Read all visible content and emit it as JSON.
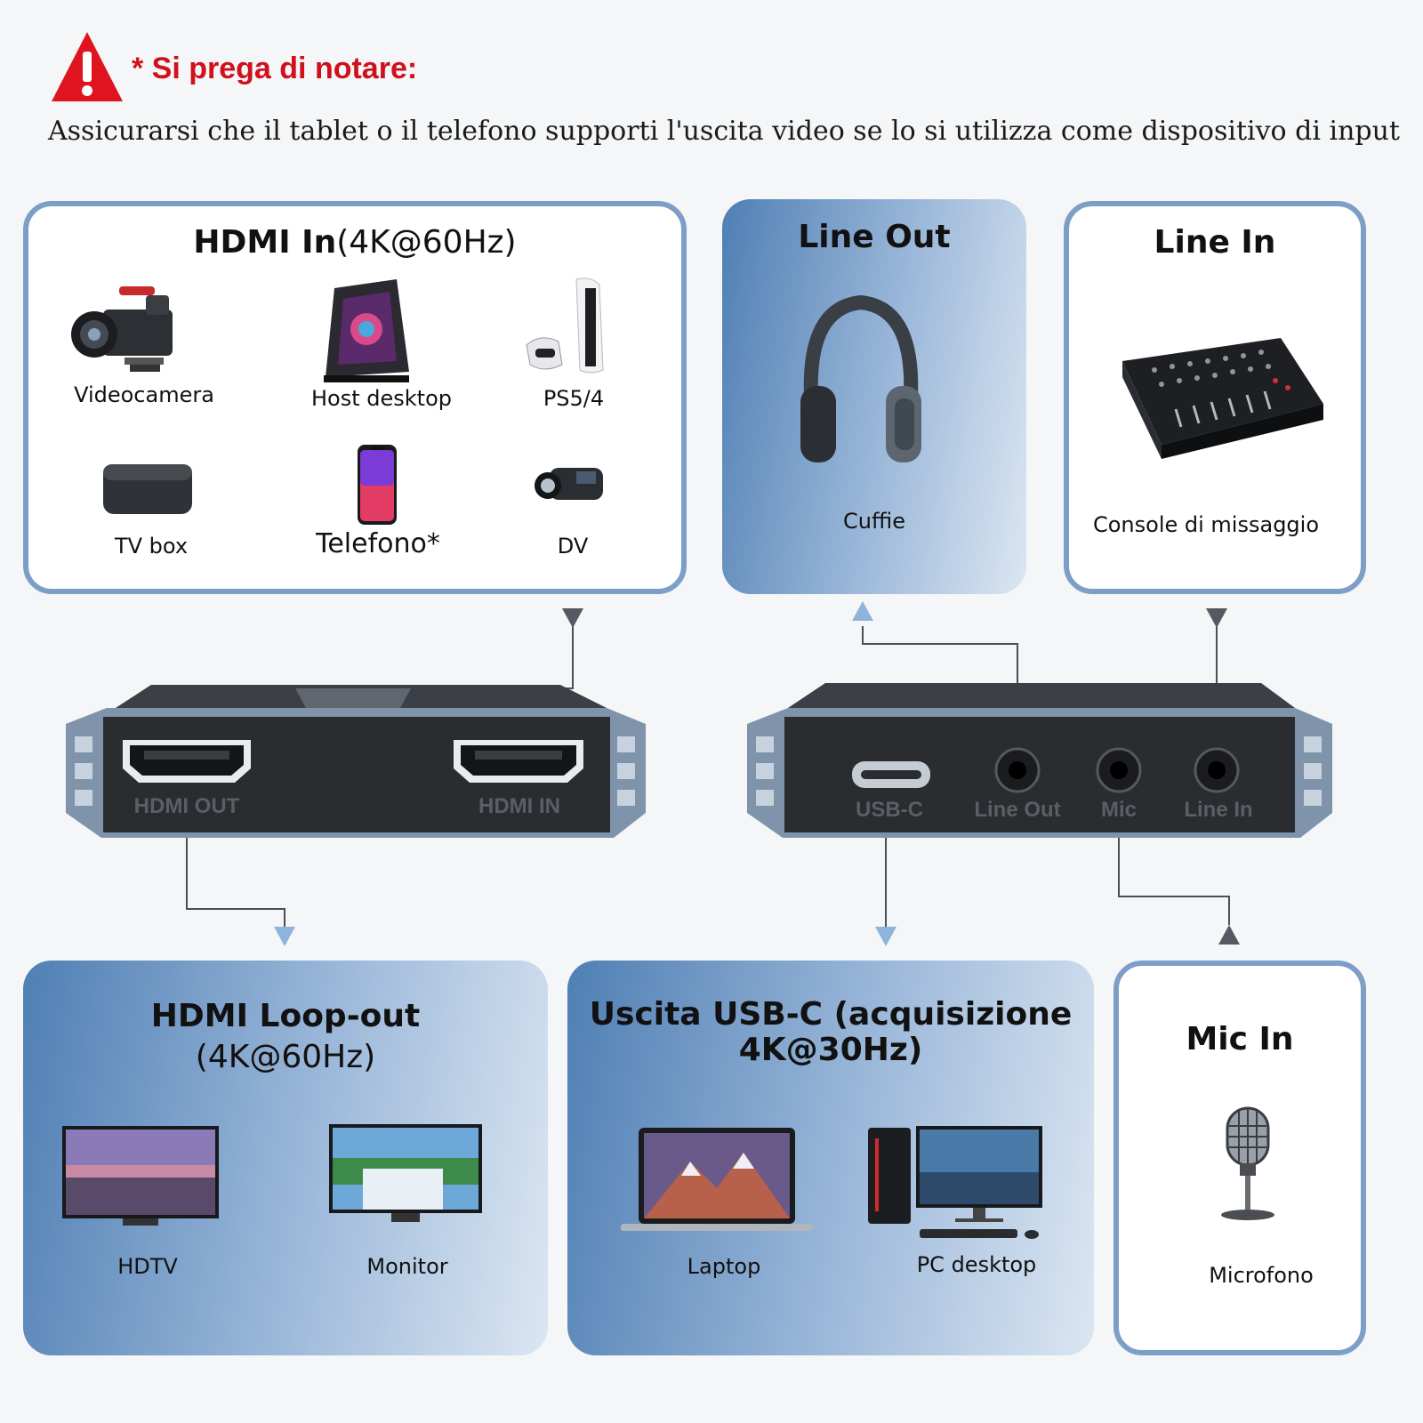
{
  "notice": {
    "title": "* Si prega di notare:",
    "text": "Assicurarsi che il tablet o il telefono supporti l'uscita video se lo si utilizza come dispositivo di input"
  },
  "hdmi_in": {
    "title": "HDMI In",
    "title_spec": "(4K@60Hz)",
    "items": [
      {
        "label": "Videocamera",
        "icon": "cinema-camera-icon"
      },
      {
        "label": "Host desktop",
        "icon": "gaming-pc-icon"
      },
      {
        "label": "PS5/4",
        "icon": "game-console-icon"
      },
      {
        "label": "TV box",
        "icon": "tv-box-icon"
      },
      {
        "label": "Telefono*",
        "icon": "smartphone-icon"
      },
      {
        "label": "DV",
        "icon": "camcorder-icon"
      }
    ]
  },
  "line_out": {
    "title": "Line Out",
    "item": {
      "label": "Cuffie",
      "icon": "headphones-icon"
    }
  },
  "line_in": {
    "title": "Line In",
    "item": {
      "label": "Console di missaggio",
      "icon": "mixer-icon"
    }
  },
  "device_left": {
    "ports": [
      "HDMI OUT",
      "HDMI IN"
    ]
  },
  "device_right": {
    "ports": [
      "USB-C",
      "Line Out",
      "Mic",
      "Line In"
    ]
  },
  "hdmi_loop": {
    "title": "HDMI Loop-out",
    "title_spec": "(4K@60Hz)",
    "items": [
      {
        "label": "HDTV",
        "icon": "tv-icon"
      },
      {
        "label": "Monitor",
        "icon": "monitor-icon"
      }
    ]
  },
  "usbc_out": {
    "title_line1": "Uscita USB-C (acquisizione",
    "title_line2": "4K@30Hz)",
    "items": [
      {
        "label": "Laptop",
        "icon": "laptop-icon"
      },
      {
        "label": "PC desktop",
        "icon": "desktop-pc-icon"
      }
    ]
  },
  "mic_in": {
    "title": "Mic In",
    "item": {
      "label": "Microfono",
      "icon": "microphone-icon"
    }
  },
  "colors": {
    "warning": "#d0101a",
    "panel_border": "#7d9fc6",
    "panel_blue": "#4f7fb4"
  }
}
